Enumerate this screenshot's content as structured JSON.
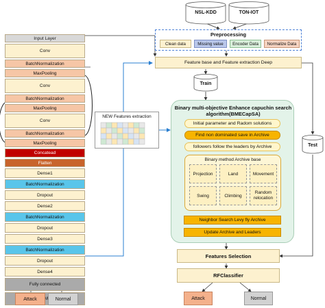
{
  "datasets": {
    "nsl": "NSL-KDD",
    "ton": "TON-IOT"
  },
  "preprocessing": {
    "title": "Preprocessing",
    "steps": [
      "Clean data",
      "Missing value",
      "Encoder Data",
      "Normalize Data"
    ]
  },
  "feature_base": "Feature base and Feature extraction Deep",
  "train": "Train",
  "test": "Test",
  "optimizer": {
    "title": "Binary multi-objective Enhance capuchin search algorithm(BMECapSA)",
    "init": "Initial parameter and Radom solutions",
    "nondominated": "Find non dominated save in Archive",
    "followers": "followers follow the leaders by Archive",
    "archive_title": "Binary method Archive base",
    "moves": [
      "Projection",
      "Land",
      "Movement",
      "Swing",
      "Climbing",
      "Random relocation"
    ],
    "neighbor": "Neighbor Search Levy fly Archive",
    "update": "Update Archive and Leaders"
  },
  "features_selection": "Features Selection",
  "classifier": "RFClassifier",
  "outputs": {
    "attack": "Attack",
    "normal": "Normal"
  },
  "new_features": "NEW Features extraction",
  "network": {
    "layers": [
      "Input Layer",
      "Conv",
      "BatchNormalization",
      "MaxPooling",
      "Conv",
      "BatchNormalization",
      "MaxPooling",
      "Conv",
      "BatchNormalization",
      "MaxPooling",
      "Concatead",
      "Flatten",
      "Dense1",
      "BatchNormalization",
      "Dropout",
      "Dense2",
      "BatchNormalization",
      "Dropout",
      "Dense3",
      "BatchNormalization",
      "Dropout",
      "Dense4",
      "Fully connected",
      "SoftMAx"
    ],
    "outputs": {
      "attack": "Attack",
      "normal": "Normal"
    }
  },
  "colors": {
    "cream": "#fdf1cf",
    "salmon": "#f6c6a6",
    "cyan": "#59c5ea",
    "gray": "#aaaaaa",
    "concat": "#c00000",
    "flatten": "#c8642c",
    "optimizer_bg": "#e3f3e9",
    "orange": "#f7b400",
    "preprocess_border": "#4a7fd6",
    "attack": "#f4b18c",
    "normal": "#d2d2d2"
  }
}
